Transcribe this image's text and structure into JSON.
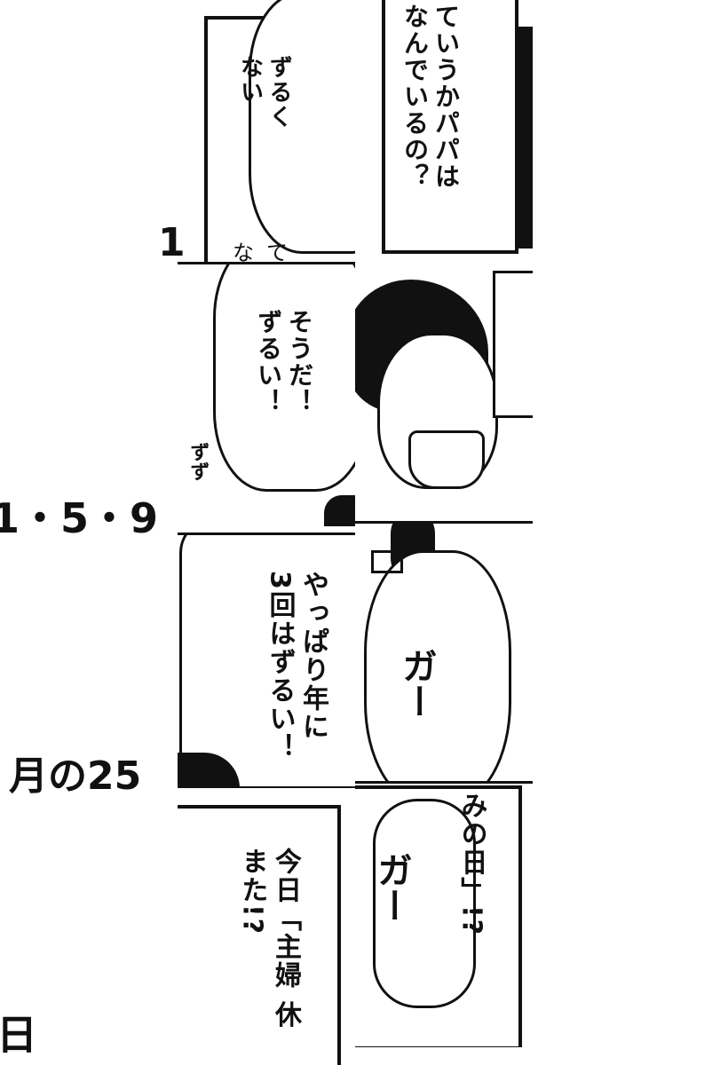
{
  "left_strip": {
    "fragment_1": "1",
    "fragment_2": "1・5・9",
    "fragment_3": "月の25",
    "fragment_4": "日"
  },
  "panels": [
    {
      "id": "top-middle",
      "lines": [
        "ずるく",
        "ない"
      ],
      "bottom_text": "なて"
    },
    {
      "id": "top-right",
      "lines": [
        "ていうかパパは",
        "なんでいるの？"
      ]
    },
    {
      "id": "row2-middle",
      "lines": [
        "そうだ！",
        "ずるい！"
      ],
      "sfx": "ずず"
    },
    {
      "id": "row3-middle",
      "lines": [
        "やっぱり年に",
        "3回はずるい！"
      ]
    },
    {
      "id": "row3-right",
      "sfx": "ガー"
    },
    {
      "id": "row4-middle",
      "lines": [
        "今日「主婦 休",
        "また!?"
      ]
    },
    {
      "id": "row4-right",
      "lines": [
        "みの日」!?"
      ],
      "sfx": "ガー"
    }
  ]
}
